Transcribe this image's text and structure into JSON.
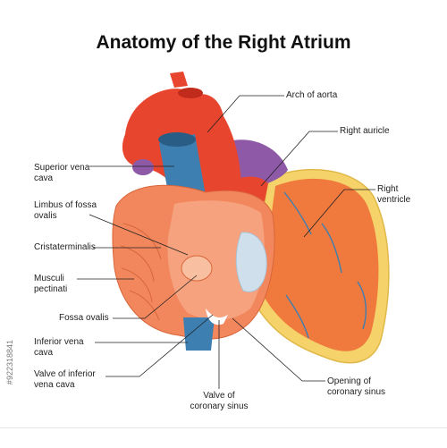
{
  "title": "Anatomy of the Right Atrium",
  "labels": {
    "arch_of_aorta": "Arch of aorta",
    "right_auricle": "Right auricle",
    "superior_vena_cava": "Superior vena\ncava",
    "right_ventricle": "Right\nventricle",
    "limbus_of_fossa_ovalis": "Limbus of fossa\novalis",
    "cristaterminalis": "Cristaterminalis",
    "musculi_pectinati": "Musculi\npectinati",
    "fossa_ovalis": "Fossa ovalis",
    "inferior_vena_cava": "Inferior vena\ncava",
    "valve_of_inferior_vena_cava": "Valve of inferior\nvena cava",
    "valve_of_coronary_sinus": "Valve of\ncoronary sinus",
    "opening_of_coronary_sinus": "Opening of\ncoronary sinus"
  },
  "stock_id": "#922318841",
  "colors": {
    "aorta": "#e8452f",
    "vena_cava": "#3d7fb0",
    "vena_cava_dark": "#2a5d86",
    "ventricle_fill": "#f07a3e",
    "ventricle_outline": "#f5d36a",
    "atrium_outer": "#f2875d",
    "atrium_inner": "#f6a27e",
    "pulmonary": "#8e5aa7",
    "vessel": "#3d7fb0",
    "leader_line": "#222222"
  }
}
